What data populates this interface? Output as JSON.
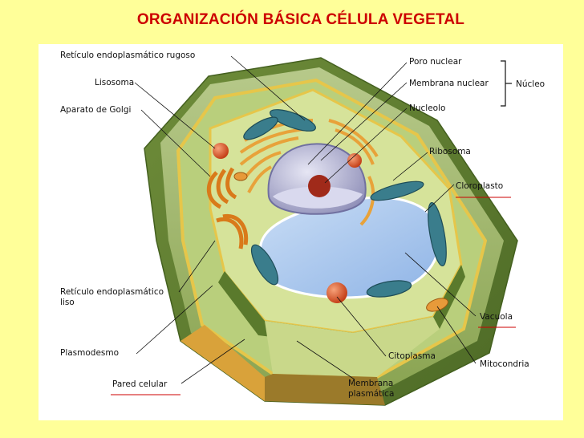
{
  "title": "ORGANIZACIÓN BÁSICA CÉLULA VEGETAL",
  "labels": {
    "rer": "Retículo endoplasmático rugoso",
    "lisosoma": "Lisosoma",
    "golgi": "Aparato de Golgi",
    "rel_1": "Retículo endoplasmático",
    "rel_2": "liso",
    "plasmodesmo": "Plasmodesmo",
    "pared": "Pared celular",
    "poro": "Poro nuclear",
    "membrana_nuclear": "Membrana nuclear",
    "nucleo": "Núcleo",
    "nucleolo": "Nucleolo",
    "ribosoma": "Ribosoma",
    "cloroplasto": "Cloroplasto",
    "vacuola": "Vacuola",
    "citoplasma": "Citoplasma",
    "mitocondria": "Mitocondria",
    "membrana_plasmatica_1": "Membrana",
    "membrana_plasmatica_2": "plasmática"
  },
  "colors": {
    "title": "#cc0000",
    "background": "#ffff99",
    "underline": "#cc0000",
    "cell_wall": "#8fae4e",
    "cytoplasm": "#c8d98a",
    "vacuole": "#a8c8ee",
    "chloroplast": "#3a7d8c",
    "golgi": "#e8902a",
    "nucleus": "#b9b9d8",
    "nucleolus": "#a02a1a"
  }
}
